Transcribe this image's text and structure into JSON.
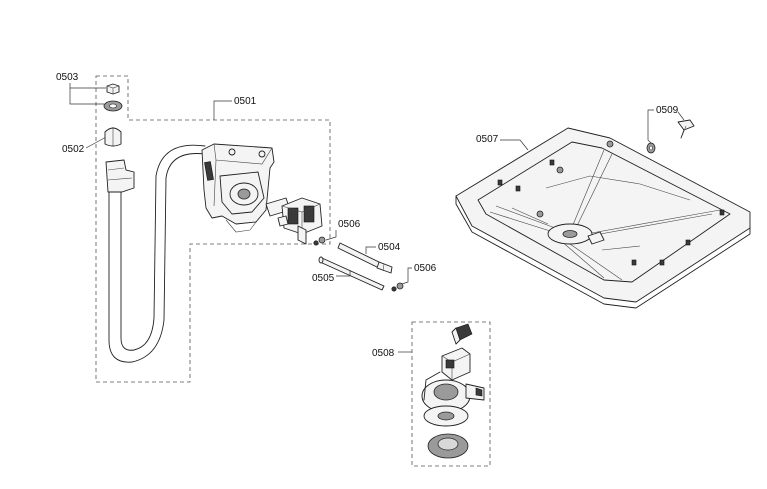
{
  "diagram": {
    "labels": {
      "p0501": "0501",
      "p0502": "0502",
      "p0503": "0503",
      "p0504": "0504",
      "p0505": "0505",
      "p0506a": "0506",
      "p0506b": "0506",
      "p0507": "0507",
      "p0508": "0508",
      "p0509": "0509"
    }
  }
}
